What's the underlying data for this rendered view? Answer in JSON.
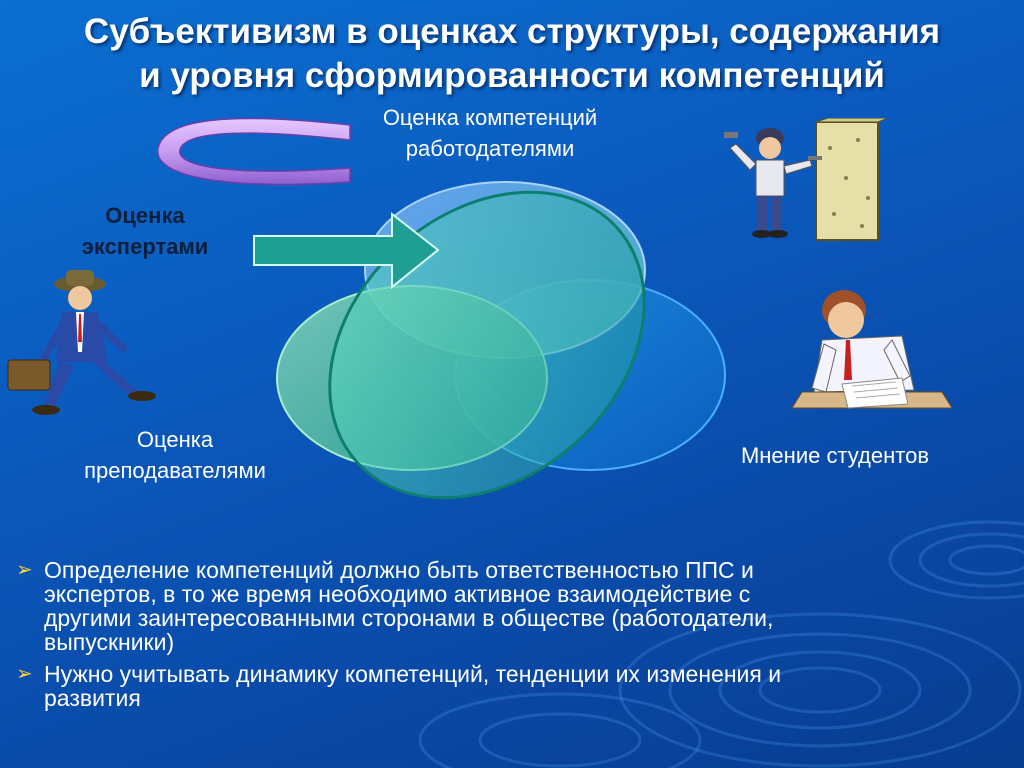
{
  "title": {
    "line1": "Субъективизм в оценках структуры, содержания",
    "line2": "и уровня сформированности компетенций"
  },
  "diagram": {
    "employers_line1": "Оценка компетенций",
    "employers_line2": "работодателями",
    "experts_line1": "Оценка",
    "experts_line2": "экспертами",
    "teachers_line1": "Оценка",
    "teachers_line2": "преподавателями",
    "students": "Мнение студентов"
  },
  "bullets": [
    {
      "marker": "➢",
      "line1": "Определение компетенций должно быть ответственностью ППС и",
      "line2": "экспертов, в то же время необходимо активное взаимодействие с",
      "line3": "другими заинтересованными сторонами в обществе (работодатели,",
      "line4": "выпускники)"
    },
    {
      "marker": "➢",
      "line1": "Нужно учитывать динамику компетенций, тенденции их изменения и",
      "line2": "развития"
    }
  ],
  "icons": {
    "curved_arrow": "curved-arrow-icon",
    "block_arrow": "block-arrow-icon",
    "expert_clipart": "businessman-with-briefcase",
    "employer_clipart": "worker-with-wall",
    "student_clipart": "student-at-desk"
  },
  "colors": {
    "background": "#0b5cc0",
    "title": "#ffffff",
    "bullet_marker": "#ffd23f"
  }
}
